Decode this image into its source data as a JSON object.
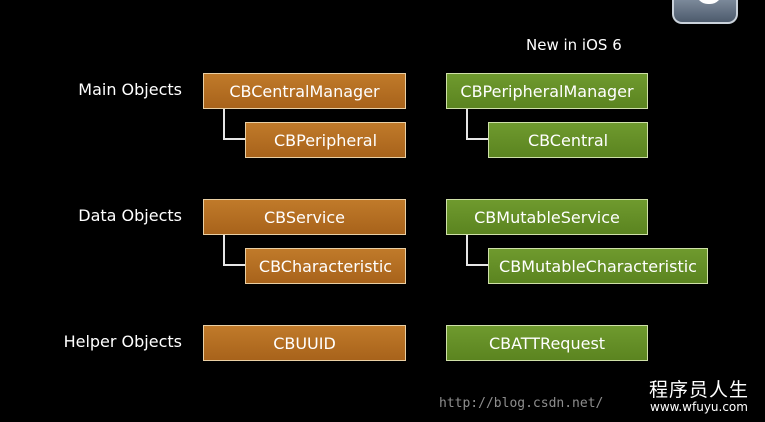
{
  "header_note": "New in iOS 6",
  "rows": [
    {
      "label": "Main Objects",
      "left": {
        "primary": "CBCentralManager",
        "child": "CBPeripheral"
      },
      "right": {
        "primary": "CBPeripheralManager",
        "child": "CBCentral"
      }
    },
    {
      "label": "Data Objects",
      "left": {
        "primary": "CBService",
        "child": "CBCharacteristic"
      },
      "right": {
        "primary": "CBMutableService",
        "child": "CBMutableCharacteristic"
      }
    },
    {
      "label": "Helper Objects",
      "left": {
        "primary": "CBUUID"
      },
      "right": {
        "primary": "CBATTRequest"
      }
    }
  ],
  "watermark": {
    "url": "http://blog.csdn.net/",
    "logo_text": "程序员人生",
    "logo_site": "www.wfuyu.com"
  },
  "colors": {
    "existing_api": "#b16d22",
    "new_in_ios6": "#668f27",
    "background": "#000000"
  }
}
